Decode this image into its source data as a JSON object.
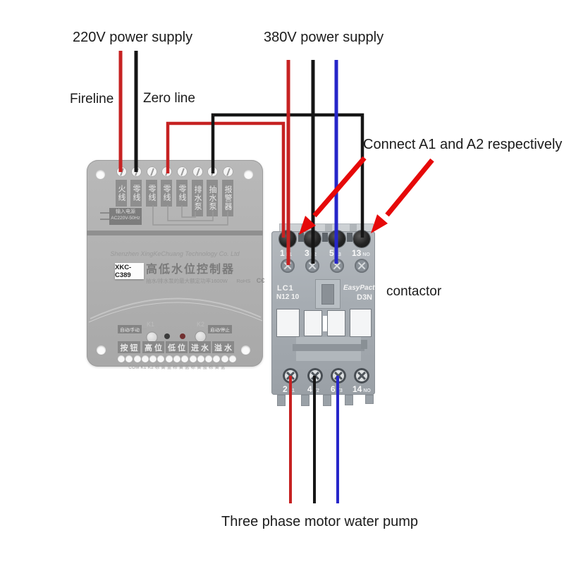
{
  "labels": {
    "supply220": "220V power supply",
    "fireline": "Fireline",
    "zeroline": "Zero line",
    "supply380": "380V power supply",
    "connect_note": "Connect A1 and A2 respectively",
    "contactor": "contactor",
    "pump": "Three phase motor water pump"
  },
  "controller": {
    "terminals": [
      "火线",
      "零线",
      "零线",
      "零线",
      "零线",
      "排水泵",
      "抽水泵",
      "报警器"
    ],
    "input_box": {
      "line1": "输入电源",
      "line2": "AC220V-50Hz"
    },
    "company": "Shenzhen XingKeChuang Technology Co. Ltd",
    "model": "XKC-C389",
    "title": "高低水位控制器",
    "subtitle": "抽水/排水泵的最大额定功率1600W",
    "rohs": "RoHS",
    "ce": "C€",
    "mode_left": "自动/手动",
    "mode_right": "启动/停止",
    "k1": "K1",
    "k2": "K2",
    "sensor_labels": [
      "按钮",
      "高位",
      "低位",
      "进水",
      "溢水"
    ],
    "pin_row": "COM K1 K2 棕 黄 蓝 棕 黄 蓝 棕 黄 蓝 棕 黄 蓝"
  },
  "contactor": {
    "brand_left1": "LC1",
    "brand_left2": "N12 10",
    "brand_right1": "EasyPact",
    "brand_right2": "D3N",
    "top_terminals": [
      {
        "num": "1",
        "sub": "L1"
      },
      {
        "num": "3",
        "sub": "L2"
      },
      {
        "num": "5",
        "sub": "L3"
      },
      {
        "num": "13",
        "sub": "NO"
      }
    ],
    "bottom_terminals": [
      {
        "num": "2",
        "sub": "T1"
      },
      {
        "num": "4",
        "sub": "T2"
      },
      {
        "num": "6",
        "sub": "T3"
      },
      {
        "num": "14",
        "sub": "NO"
      }
    ]
  },
  "colors": {
    "wire_red": "#c62222",
    "wire_black": "#161616",
    "wire_blue": "#2626c9",
    "arrow_red": "#e60909"
  }
}
